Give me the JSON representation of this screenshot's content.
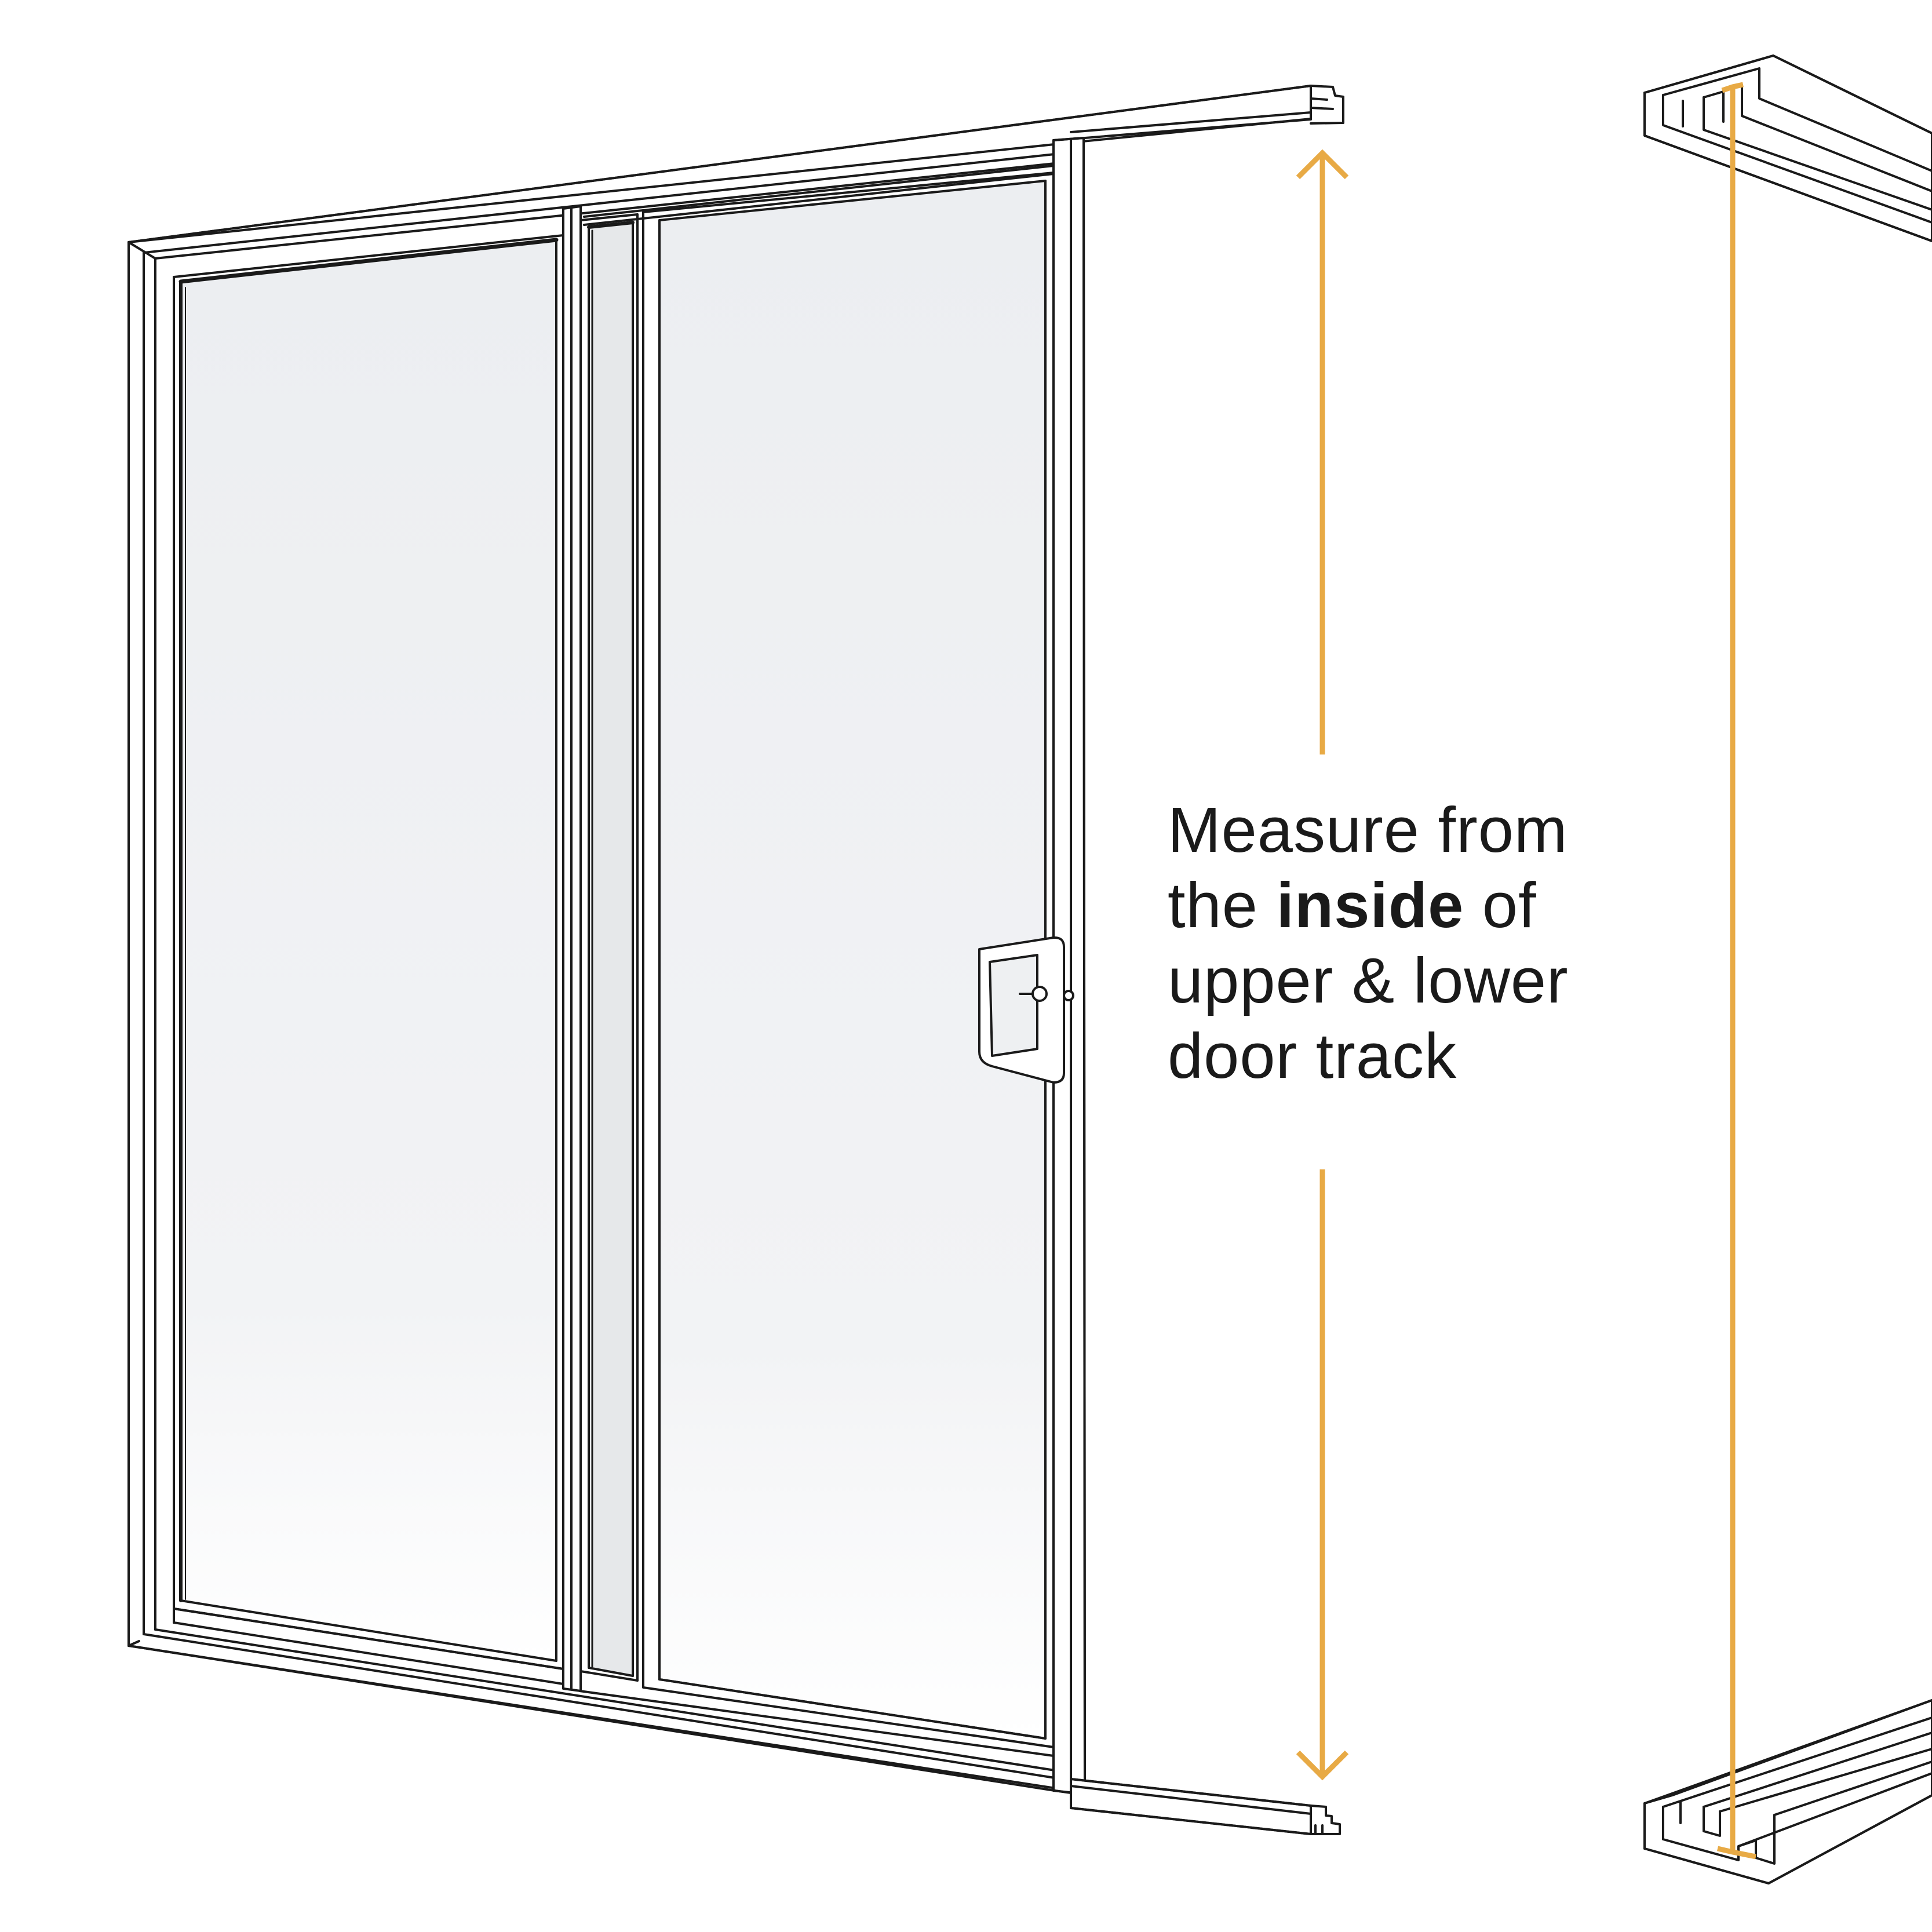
{
  "instruction": {
    "line1": "Measure from",
    "line2_pre": "the ",
    "line2_bold": "inside",
    "line2_post": " of",
    "line3": "upper & lower",
    "line4": "door track"
  },
  "colors": {
    "measure_arrow": "#E8AA45",
    "outline": "#1a1a1a",
    "frame": "#ffffff",
    "glass": "#eef0f2"
  },
  "icons": [
    "up-arrow-icon",
    "down-arrow-icon",
    "door-handle-icon"
  ]
}
